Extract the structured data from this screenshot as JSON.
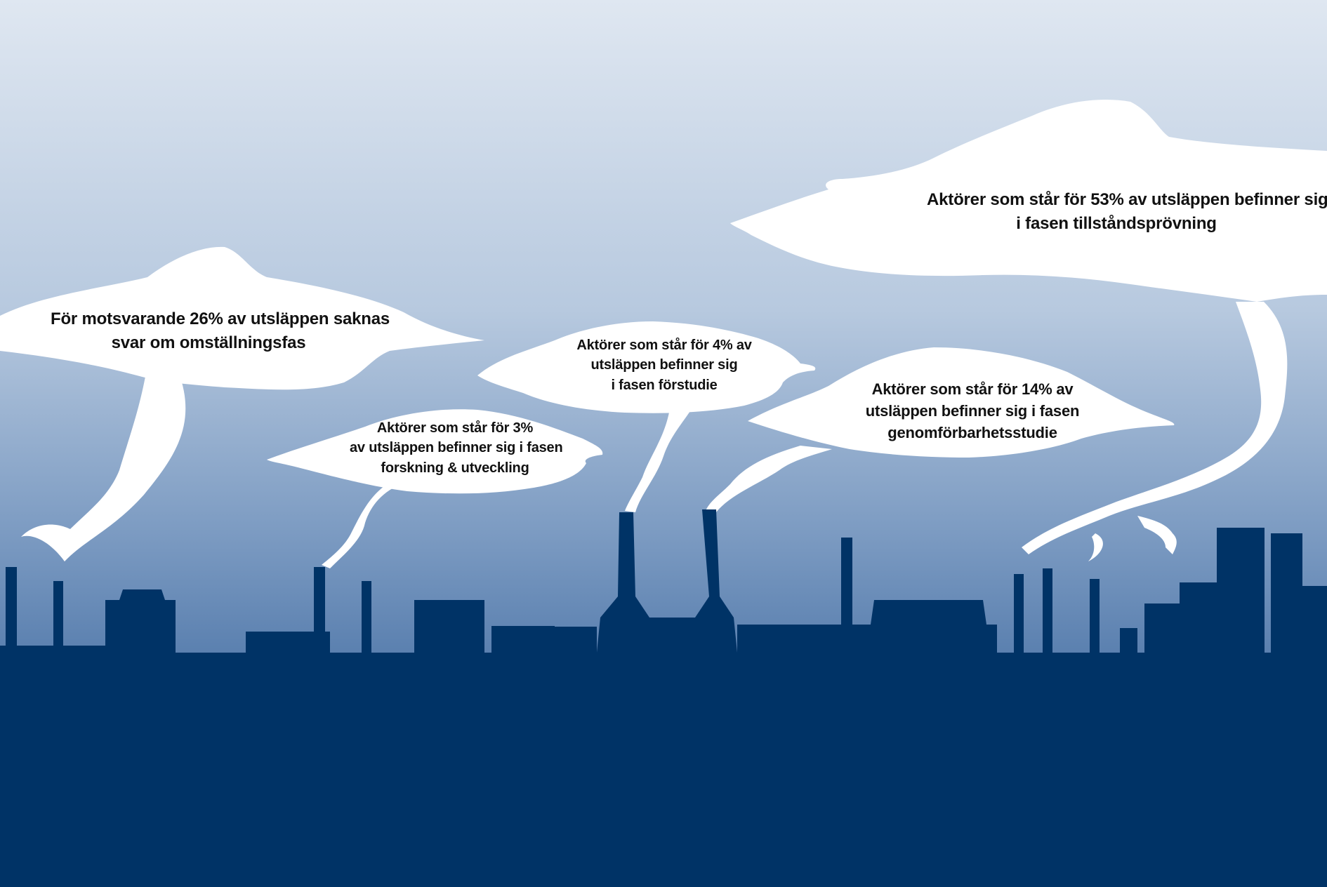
{
  "colors": {
    "sky_top": "#dde6f0",
    "sky_bottom": "#2f5a93",
    "skyline": "#003366",
    "smoke": "#ffffff"
  },
  "clouds": [
    {
      "id": "research",
      "lines": [
        "Aktörer som står för 3%",
        "av utsläppen befinner sig i fasen",
        "forskning & utveckling"
      ],
      "percent": 3
    },
    {
      "id": "prestudy",
      "lines": [
        "Aktörer som står för 4% av",
        "utsläppen befinner sig",
        "i fasen förstudie"
      ],
      "percent": 4
    },
    {
      "id": "feasibility",
      "lines": [
        "Aktörer som står för 14%  av",
        "utsläppen befinner sig i fasen",
        "genomförbarhetsstudie"
      ],
      "percent": 14
    },
    {
      "id": "permitting",
      "lines": [
        "Aktörer som står för 53% av utsläppen befinner sig",
        "i fasen tillståndsprövning"
      ],
      "percent": 53
    },
    {
      "id": "no-answer",
      "lines": [
        "För motsvarande 26% av utsläppen saknas",
        "svar om omställningsfas"
      ],
      "percent": 26
    }
  ]
}
